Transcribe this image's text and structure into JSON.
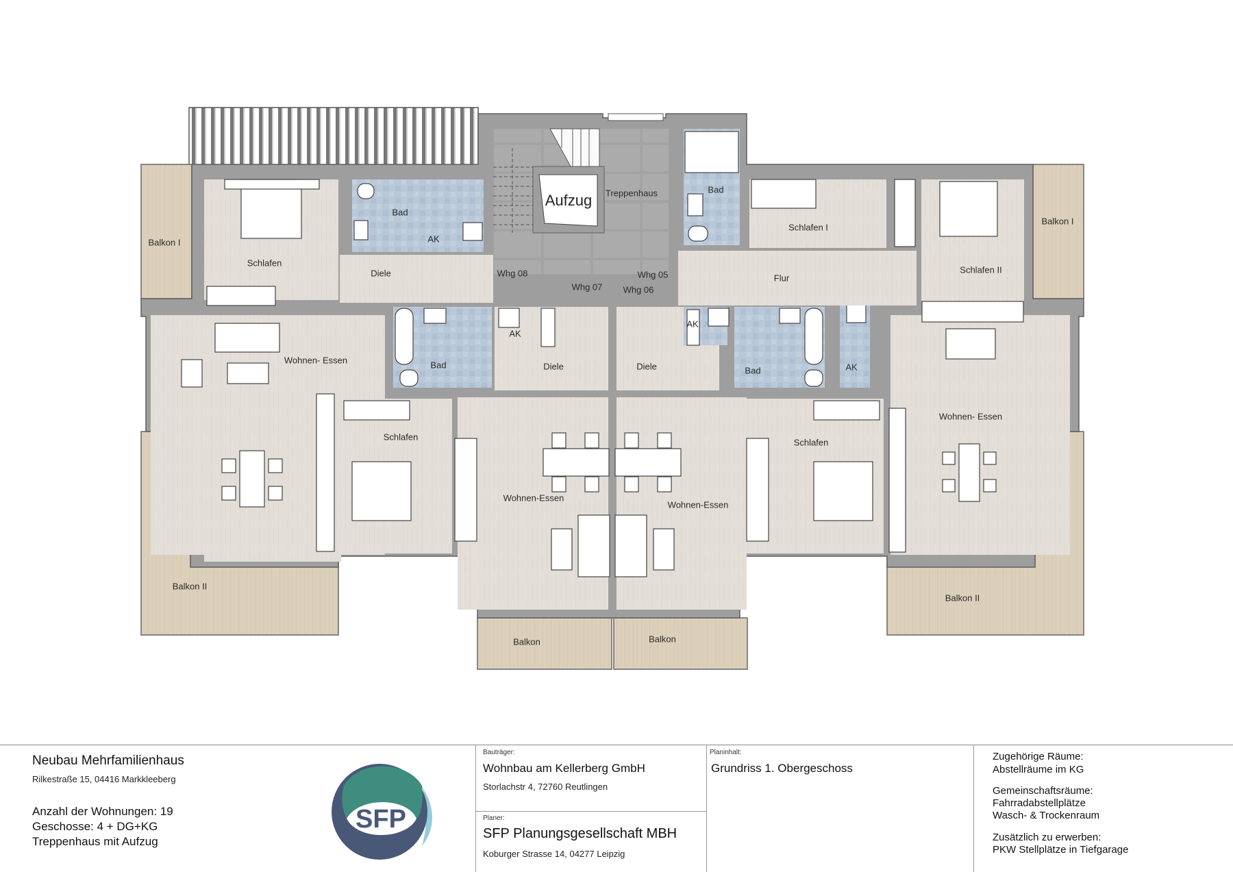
{
  "plan": {
    "rooms": {
      "left_balkon_i": "Balkon I",
      "left_schlafen": "Schlafen",
      "left_bad": "Bad",
      "left_ak": "AK",
      "left_diele": "Diele",
      "left_wohnen_essen": "Wohnen- Essen",
      "left_balkon_ii": "Balkon II",
      "stair_aufzug": "Aufzug",
      "stair_treppenhaus": "Treppenhaus",
      "whg_08": "Whg 08",
      "whg_07": "Whg 07",
      "whg_06": "Whg 06",
      "whg_05": "Whg 05",
      "midleft_bad": "Bad",
      "midleft_ak": "AK",
      "midleft_diele": "Diele",
      "midleft_schlafen": "Schlafen",
      "midleft_wohnen_essen": "Wohnen-Essen",
      "midleft_balkon": "Balkon",
      "midright_diele": "Diele",
      "midright_ak": "AK",
      "midright_bad": "Bad",
      "midright_ak2": "AK",
      "midright_schlafen": "Schlafen",
      "midright_wohnen_essen": "Wohnen-Essen",
      "midright_balkon": "Balkon",
      "right_bad": "Bad",
      "right_schlafen_i": "Schlafen I",
      "right_flur": "Flur",
      "right_schlafen_ii": "Schlafen II",
      "right_balkon_i": "Balkon I",
      "right_wohnen_essen": "Wohnen- Essen",
      "right_balkon_ii": "Balkon II"
    },
    "colors": {
      "wall": "#9e9e9e",
      "wall_edge": "#5e5e5e",
      "floor_wood": "#e2ddd6",
      "balcony_wood": "#ddd0bb",
      "tile_blue": "#b7c6d6",
      "stair_grey": "#a8a8a8",
      "furniture": "#ffffff"
    }
  },
  "title_block": {
    "project": {
      "title": "Neubau Mehrfamilienhaus",
      "address": "Rilkestraße 15, 04416 Markkleeberg",
      "units": "Anzahl der Wohnungen: 19",
      "floors": "Geschosse: 4 + DG+KG",
      "stair": "Treppenhaus mit Aufzug"
    },
    "logo": {
      "text": "SFP",
      "colors": {
        "green": "#3f8d7e",
        "navy": "#4a5878",
        "light_blue": "#94cbd8"
      }
    },
    "bautraeger": {
      "label": "Bauträger:",
      "name": "Wohnbau am Kellerberg GmbH",
      "address": "Storlachstr 4, 72760 Reutlingen"
    },
    "planer": {
      "label": "Planer:",
      "name": "SFP Planungsgesellschaft MBH",
      "address": "Koburger Strasse 14, 04277 Leipzig"
    },
    "planinhalt": {
      "label": "Planinhalt:",
      "value": "Grundriss 1. Obergeschoss"
    },
    "info": {
      "zugehoerige_label": "Zugehörige Räume:",
      "zugehoerige_value": "Abstellräume im KG",
      "gemeinschaft_label": "Gemeinschaftsräume:",
      "gemeinschaft_1": "Fahrradabstellplätze",
      "gemeinschaft_2": "Wasch- & Trockenraum",
      "zusaetzlich_label": "Zusätzlich zu erwerben:",
      "zusaetzlich_value": "PKW Stellplätze in Tiefgarage"
    }
  }
}
